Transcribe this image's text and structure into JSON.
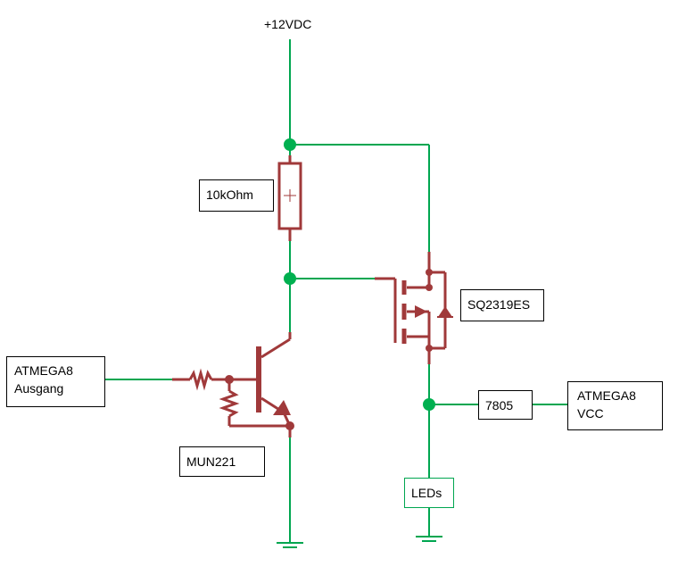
{
  "supply": {
    "label": "+12VDC"
  },
  "resistor": {
    "label": "10kOhm"
  },
  "mosfet": {
    "label": "SQ2319ES"
  },
  "input": {
    "line1": "ATMEGA8",
    "line2": "Ausgang"
  },
  "transistor": {
    "label": "MUN221"
  },
  "regulator": {
    "label": "7805"
  },
  "mcu": {
    "line1": "ATMEGA8",
    "line2": "VCC"
  },
  "load": {
    "label": "LEDs"
  },
  "colors": {
    "wire": "#00a650",
    "component": "#a0393a",
    "junction": "#00b050"
  }
}
